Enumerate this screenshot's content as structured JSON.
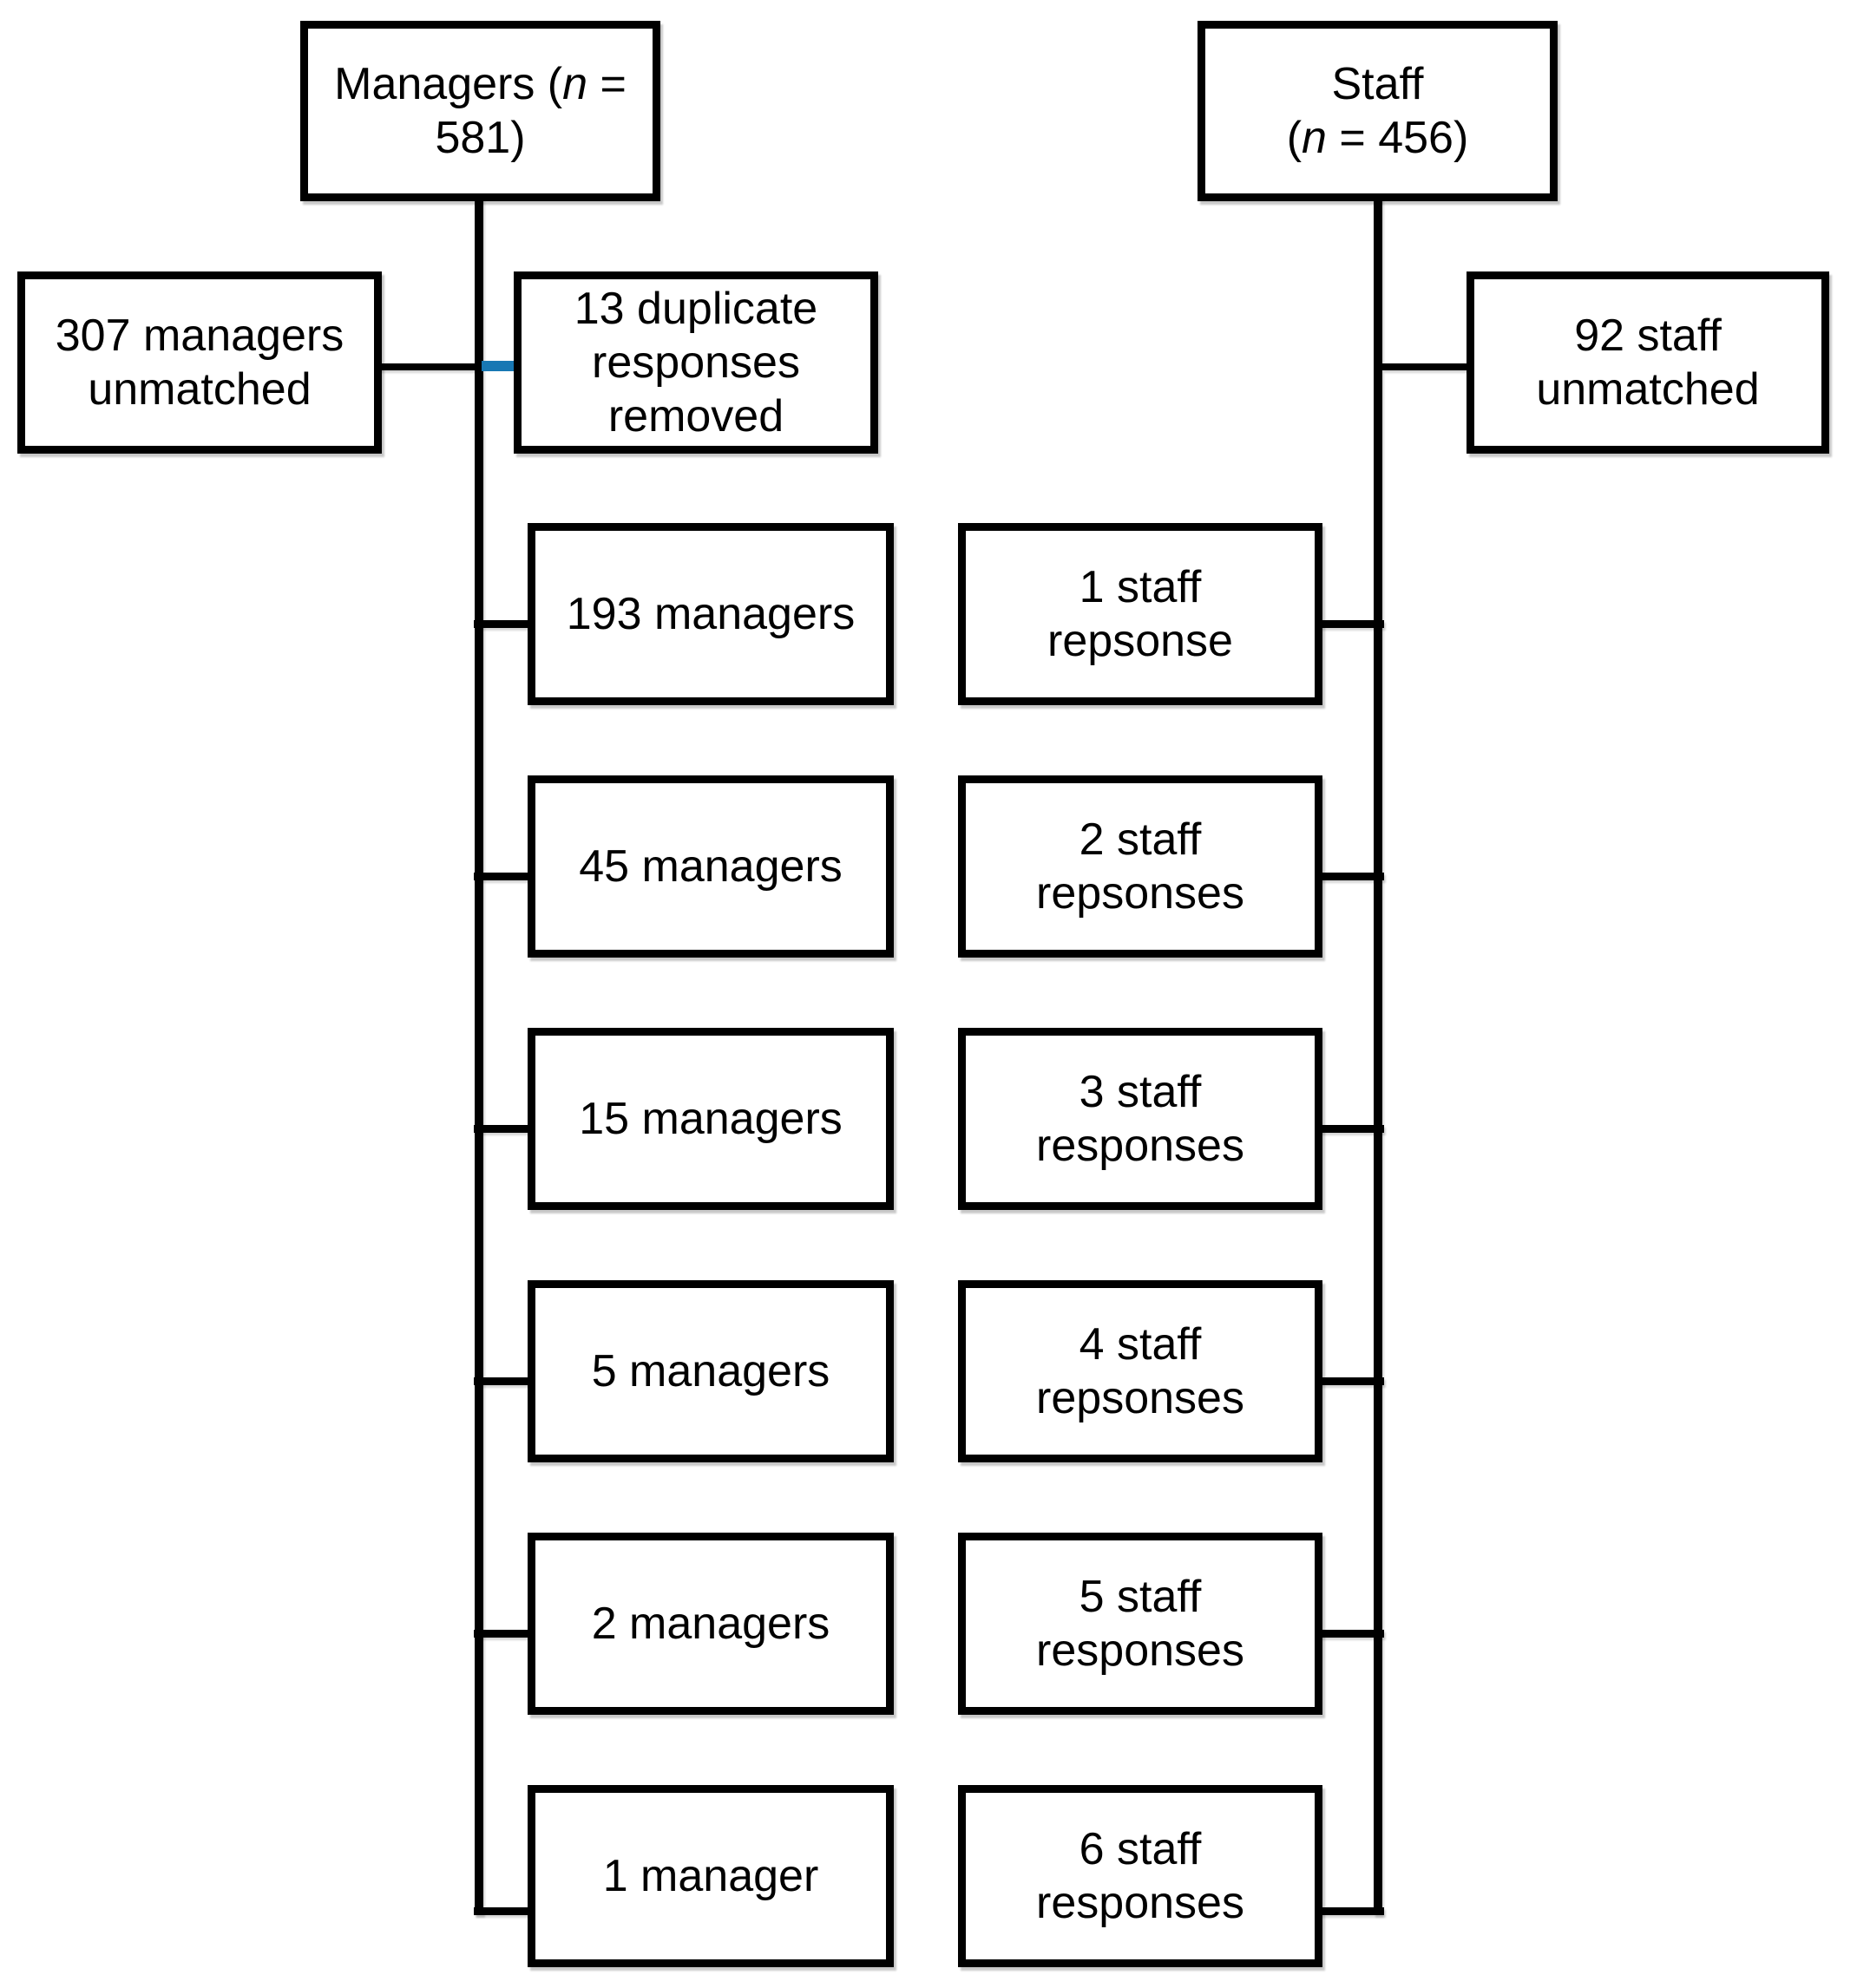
{
  "diagram": {
    "background_color": "#ffffff",
    "line_color": "#000000",
    "accent_color": "#1878B4",
    "managers_total": {
      "prefix": "Managers (",
      "var": "n",
      "suffix": " =\n581)"
    },
    "staff_total": {
      "prefix": "Staff\n(",
      "var": "n",
      "suffix": " = 456)"
    },
    "managers_unmatched": "307 managers\nunmatched",
    "duplicates_removed": "13 duplicate\nresponses\nremoved",
    "staff_unmatched": "92 staff\nunmatched",
    "match_rows": [
      {
        "managers": "193 managers",
        "staff": "1 staff\nrepsonse"
      },
      {
        "managers": "45 managers",
        "staff": "2 staff\nrepsonses"
      },
      {
        "managers": "15 managers",
        "staff": "3 staff\nresponses"
      },
      {
        "managers": "5 managers",
        "staff": "4 staff\nrepsonses"
      },
      {
        "managers": "2 managers",
        "staff": "5 staff\nresponses"
      },
      {
        "managers": "1 manager",
        "staff": "6 staff\nresponses"
      }
    ]
  }
}
